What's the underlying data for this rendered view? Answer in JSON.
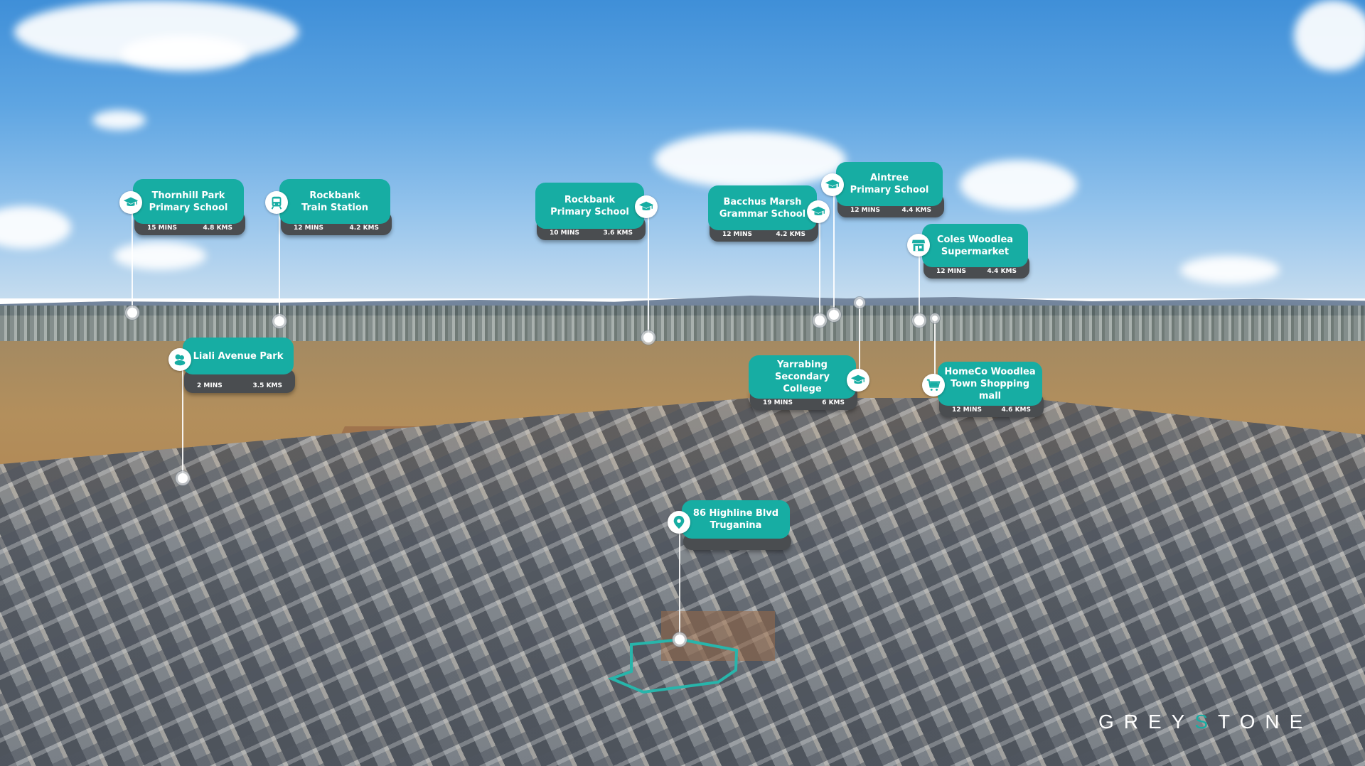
{
  "brand": {
    "prefix": "GREY",
    "accent_letter": "S",
    "suffix": "TONE",
    "accent_color": "#17ada3"
  },
  "colors": {
    "card_teal": "#17ada3",
    "card_footer": "#4a4d50",
    "outline": "#28b5ab"
  },
  "property": {
    "line1": "86 Highline Blvd",
    "line2": "Truganina",
    "icon": "location-pin-icon"
  },
  "pois": [
    {
      "name_line1": "Thornhill Park",
      "name_line2": "Primary School",
      "time": "15 MINS",
      "distance": "4.8 KMS",
      "icon": "graduation-cap-icon"
    },
    {
      "name_line1": "Rockbank",
      "name_line2": "Train Station",
      "time": "12 MINS",
      "distance": "4.2 KMS",
      "icon": "train-icon"
    },
    {
      "name_line1": "Rockbank",
      "name_line2": "Primary School",
      "time": "10 MINS",
      "distance": "3.6 KMS",
      "icon": "graduation-cap-icon"
    },
    {
      "name_line1": "Bacchus Marsh",
      "name_line2": "Grammar School",
      "time": "12 MINS",
      "distance": "4.2 KMS",
      "icon": "graduation-cap-icon"
    },
    {
      "name_line1": "Aintree",
      "name_line2": "Primary School",
      "time": "12 MINS",
      "distance": "4.4 KMS",
      "icon": "graduation-cap-icon"
    },
    {
      "name_line1": "Coles Woodlea",
      "name_line2": "Supermarket",
      "time": "12 MINS",
      "distance": "4.4 KMS",
      "icon": "store-icon"
    },
    {
      "name_line1": "Liali Avenue Park",
      "name_line2": "",
      "time": "2 MINS",
      "distance": "3.5 KMS",
      "icon": "park-tree-icon"
    },
    {
      "name_line1": "Yarrabing",
      "name_line2": "Secondary College",
      "time": "19 MINS",
      "distance": "6 KMS",
      "icon": "graduation-cap-icon"
    },
    {
      "name_line1": "HomeCo Woodlea",
      "name_line2": "Town Shopping mall",
      "time": "12 MINS",
      "distance": "4.6 KMS",
      "icon": "shopping-cart-icon"
    }
  ]
}
